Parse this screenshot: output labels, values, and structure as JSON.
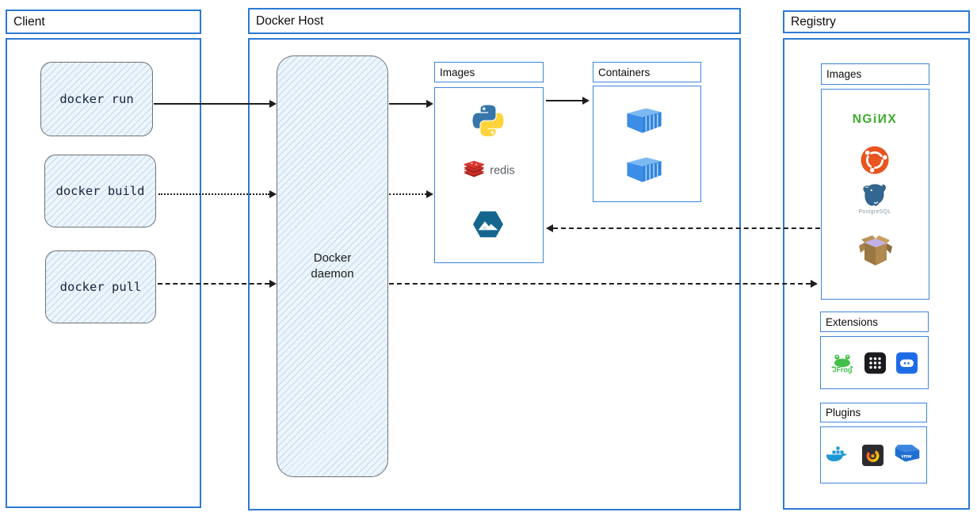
{
  "client": {
    "title": "Client",
    "commands": [
      {
        "id": "docker-run",
        "label": "docker run"
      },
      {
        "id": "docker-build",
        "label": "docker build"
      },
      {
        "id": "docker-pull",
        "label": "docker pull"
      }
    ]
  },
  "docker_host": {
    "title": "Docker Host",
    "daemon_label": "Docker daemon",
    "images": {
      "title": "Images",
      "items": [
        {
          "name": "python",
          "icon": "python-icon",
          "label": ""
        },
        {
          "name": "redis",
          "icon": "redis-icon",
          "label": "redis"
        },
        {
          "name": "alpine",
          "icon": "alpine-icon",
          "label": ""
        }
      ]
    },
    "containers": {
      "title": "Containers",
      "items": [
        {
          "name": "container",
          "icon": "container-icon"
        },
        {
          "name": "container",
          "icon": "container-icon"
        }
      ]
    }
  },
  "registry": {
    "title": "Registry",
    "images": {
      "title": "Images",
      "items": [
        {
          "name": "nginx",
          "icon": "nginx-logo",
          "label": "NGiИX"
        },
        {
          "name": "ubuntu",
          "icon": "ubuntu-icon",
          "label": ""
        },
        {
          "name": "postgresql",
          "icon": "postgresql-icon",
          "label": "PostgreSQL"
        },
        {
          "name": "open-box",
          "icon": "open-box-icon",
          "label": ""
        }
      ]
    },
    "extensions": {
      "title": "Extensions",
      "items": [
        {
          "name": "jfrog",
          "icon": "jfrog-icon",
          "label": "JFrog"
        },
        {
          "name": "app-grid",
          "icon": "app-grid-icon",
          "label": ""
        },
        {
          "name": "disk-app",
          "icon": "disk-app-icon",
          "label": ""
        }
      ]
    },
    "plugins": {
      "title": "Plugins",
      "items": [
        {
          "name": "docker-whale",
          "icon": "docker-whale-icon",
          "label": ""
        },
        {
          "name": "grafana",
          "icon": "grafana-icon",
          "label": ""
        },
        {
          "name": "vmware",
          "icon": "vmware-icon",
          "label": "vmw"
        }
      ]
    }
  },
  "connections": [
    {
      "from": "docker-run",
      "to": "docker-daemon",
      "style": "solid"
    },
    {
      "from": "docker-daemon",
      "to": "host-images",
      "style": "solid"
    },
    {
      "from": "host-images",
      "to": "containers",
      "style": "solid"
    },
    {
      "from": "docker-build",
      "to": "docker-daemon",
      "style": "dotted"
    },
    {
      "from": "docker-daemon",
      "to": "host-images",
      "style": "dotted"
    },
    {
      "from": "docker-pull",
      "to": "docker-daemon",
      "style": "dashed"
    },
    {
      "from": "docker-daemon",
      "to": "registry-images",
      "style": "dashed"
    },
    {
      "from": "registry-images",
      "to": "host-images",
      "style": "dashed"
    }
  ],
  "colors": {
    "frame_blue": "#2d7ad2",
    "arrow_black": "#1e1e1e",
    "nginx_green": "#3dae2b",
    "ubuntu_orange": "#e95420",
    "redis_red": "#c6302b",
    "python_blue": "#3776ab",
    "python_yellow": "#ffd43b",
    "alpine_blue": "#15668f",
    "docker_blue": "#1d97d4"
  }
}
